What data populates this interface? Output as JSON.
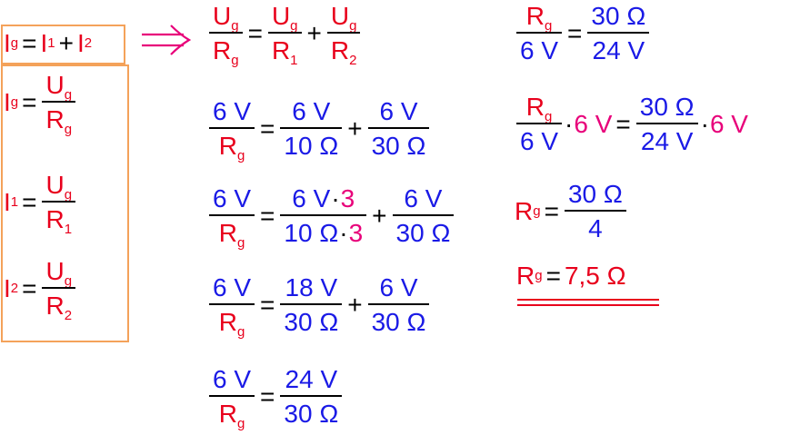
{
  "symbols": {
    "I": "I",
    "U": "U",
    "R": "R",
    "sub_g": "g",
    "sub_1": "1",
    "sub_2": "2",
    "eq": "=",
    "plus": "+",
    "cdot": "·"
  },
  "values": {
    "u6": "6 V",
    "r10": "10 Ω",
    "r30": "30 Ω",
    "u18": "18 V",
    "u24": "24 V",
    "three": "3",
    "four": "4",
    "result": "7,5 Ω"
  },
  "colors": {
    "symbol": "#e8001c",
    "value": "#1a1ae6",
    "extension": "#e8007a",
    "operator": "#000000",
    "box_border": "#f4a25a"
  },
  "icons": {
    "implies": "implies-arrow-icon",
    "underline": "double-underline"
  }
}
